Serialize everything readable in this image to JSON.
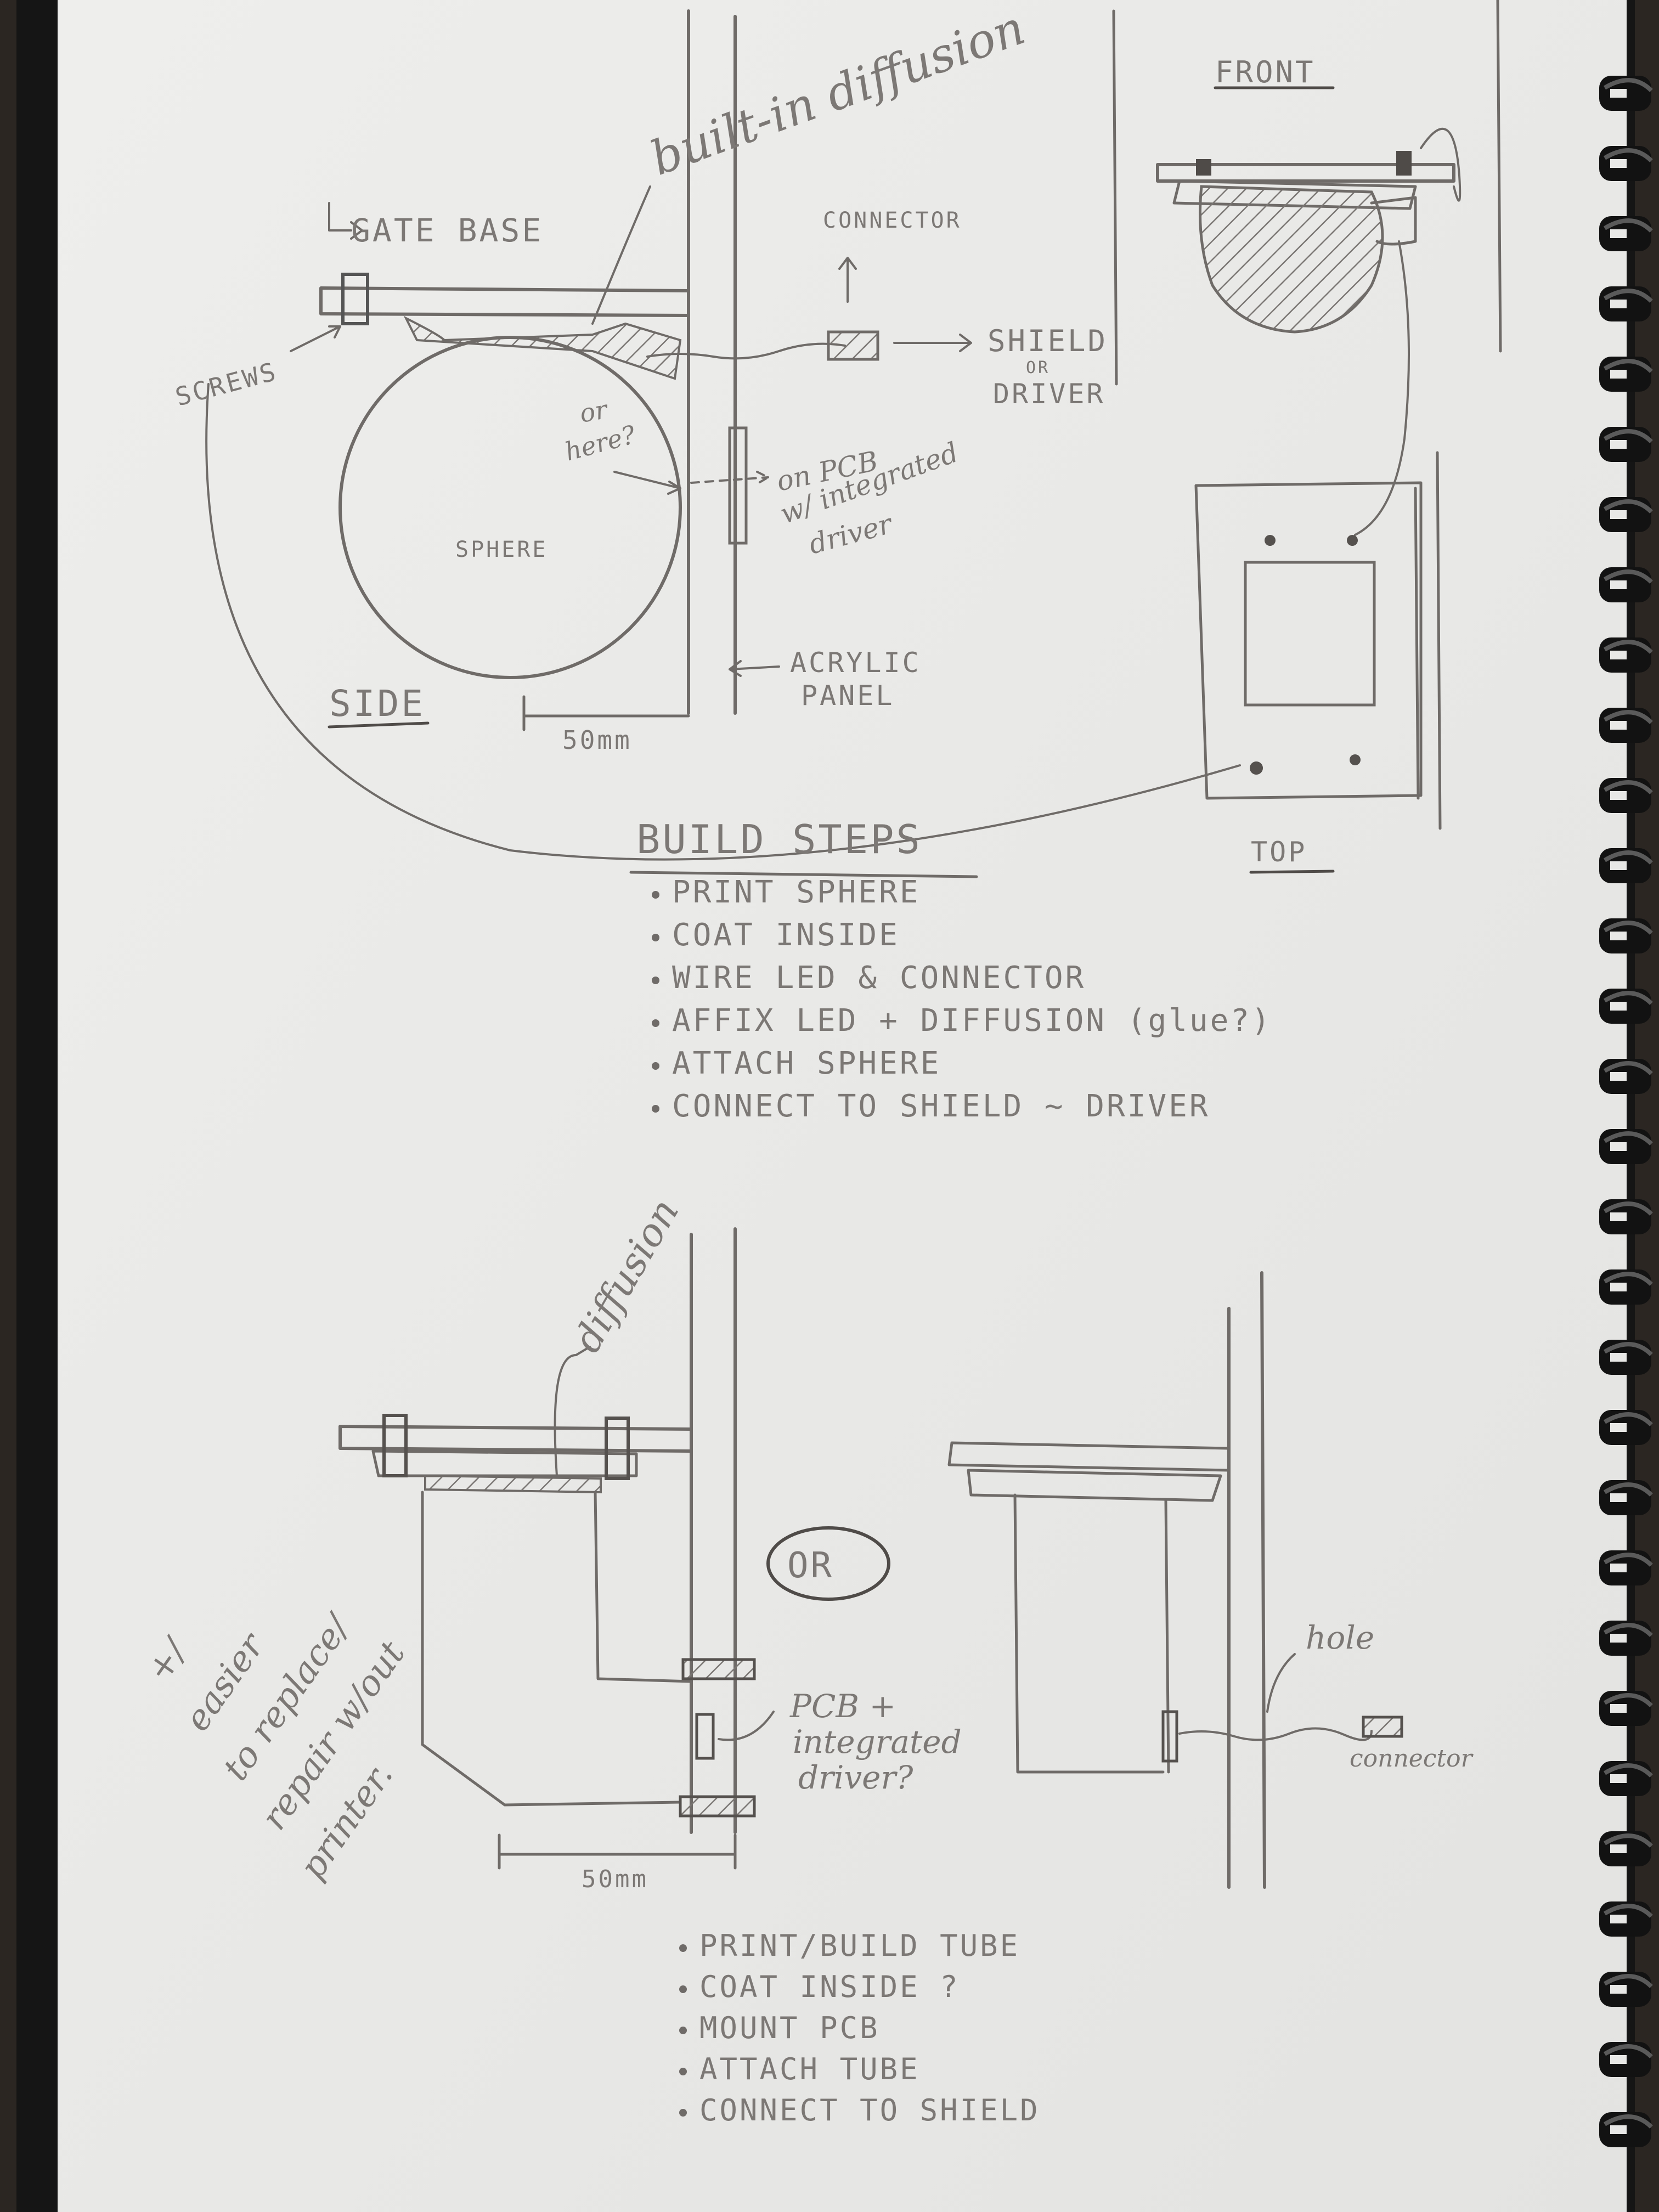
{
  "top_side_view": {
    "gate_base": "GATE BASE",
    "built_in_diffusion": "built-in diffusion",
    "connector": "CONNECTOR",
    "shield_or": "SHIELD",
    "or_word": "OR",
    "driver": "DRIVER",
    "screws": "SCREWS",
    "or_here": "or",
    "or_here_2": "here?",
    "on_pcb_1": "on PCB",
    "on_pcb_2": "w/ integrated",
    "on_pcb_3": "driver",
    "sphere": "SPHERE",
    "acrylic": "ACRYLIC",
    "panel": "PANEL",
    "side": "SIDE",
    "width": "50mm"
  },
  "top_front_view": {
    "front": "FRONT",
    "top": "TOP"
  },
  "build_steps": {
    "title": "BUILD STEPS",
    "items": [
      "PRINT SPHERE",
      "COAT INSIDE",
      "WIRE LED & CONNECTOR",
      "AFFIX LED + DIFFUSION (glue?)",
      "ATTACH SPHERE",
      "CONNECT TO SHIELD ~ DRIVER"
    ]
  },
  "bottom_left_view": {
    "diffusion": "diffusion",
    "pcb_1": "PCB +",
    "pcb_2": "integrated",
    "pcb_3": "driver?",
    "width": "50mm",
    "note": [
      "+/",
      "easier",
      "to replace/",
      "repair w/out",
      "printer."
    ]
  },
  "bottom_middle": {
    "or": "OR"
  },
  "bottom_right_view": {
    "hole": "hole",
    "connector": "connector"
  },
  "bottom_steps": {
    "items": [
      "PRINT/BUILD TUBE",
      "COAT INSIDE ?",
      "MOUNT PCB",
      "ATTACH TUBE",
      "CONNECT TO SHIELD"
    ]
  },
  "colors": {
    "paper": "#ebebe9",
    "pencil": "#6f6b68",
    "desk": "#2b2622",
    "spiral": "#151515"
  }
}
